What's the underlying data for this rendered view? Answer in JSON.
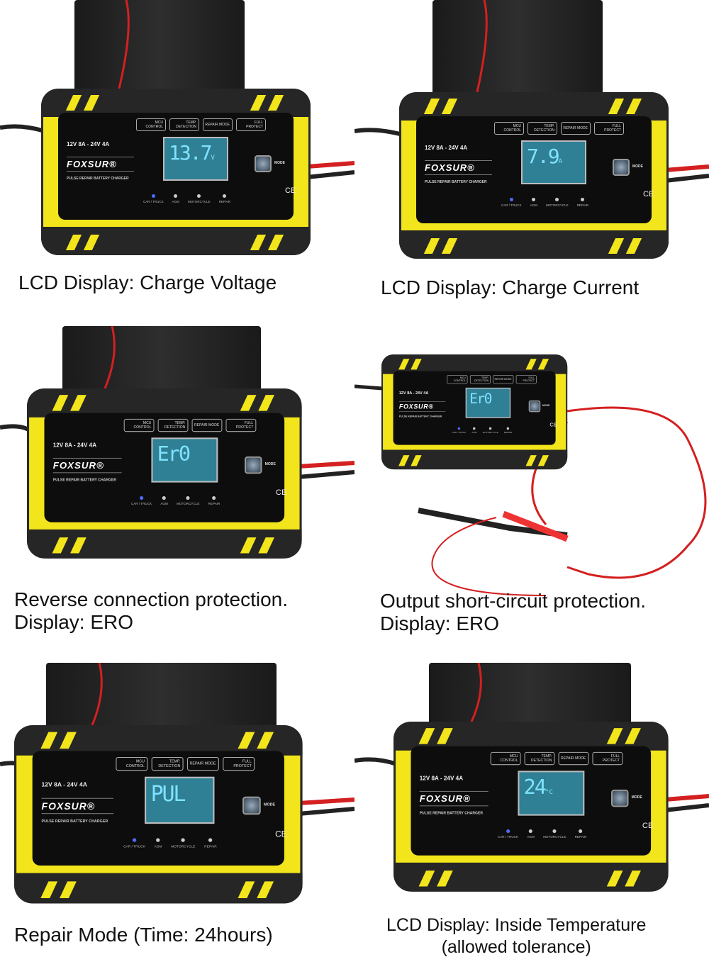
{
  "device": {
    "spec": "12V 8A - 24V 4A",
    "brand": "FOXSUR®",
    "subtitle": "PULSE REPAIR BATTERY CHARGER",
    "badges": [
      "MCU CONTROL",
      "TEMP. DETECTION",
      "REPAIR MODE",
      "FULL PROTECT"
    ],
    "mode_label": "MODE",
    "ce": "CE",
    "modes": [
      "CAR / TRUCK",
      "AGM",
      "MOTORCYCLE",
      "REPAIR"
    ]
  },
  "colors": {
    "body": "#f2e51b",
    "lcd": "#2f7f95",
    "wire_red": "#d42020"
  },
  "panels": [
    {
      "lcd": "13.7",
      "unit": "V",
      "caption": [
        "LCD Display:  Charge Voltage"
      ]
    },
    {
      "lcd": "7.9",
      "unit": "A",
      "caption": [
        "LCD Display:  Charge Current"
      ]
    },
    {
      "lcd": "Er0",
      "unit": "",
      "caption": [
        "Reverse connection protection.",
        "Display:  ERO"
      ]
    },
    {
      "lcd": "Er0",
      "unit": "",
      "caption": [
        "Output short-circuit protection.",
        "Display:  ERO"
      ]
    },
    {
      "lcd": "PUL",
      "unit": "",
      "caption": [
        "Repair Mode (Time: 24hours)"
      ]
    },
    {
      "lcd": "24",
      "unit": "°C",
      "caption": [
        "LCD Display: Inside Temperature",
        "(allowed tolerance)"
      ]
    }
  ]
}
